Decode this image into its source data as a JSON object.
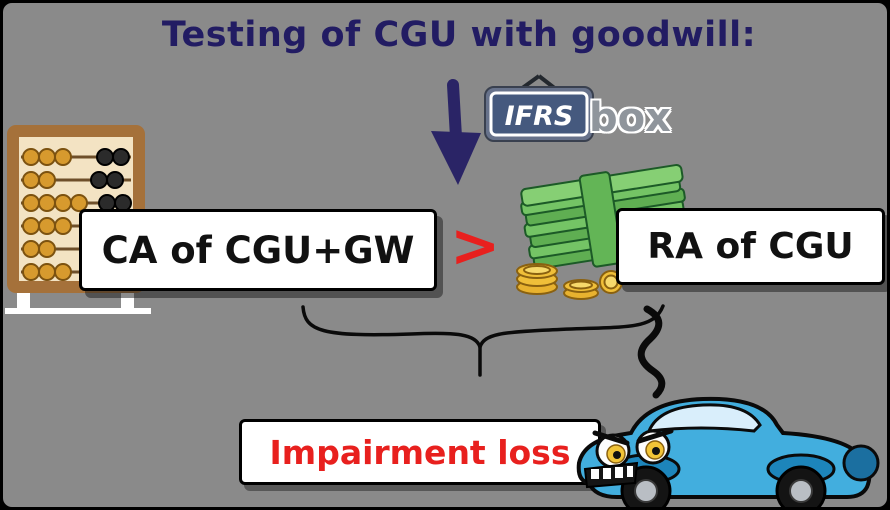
{
  "title": {
    "text": "Testing of CGU with goodwill:"
  },
  "logo": {
    "ifrs": "IFRS",
    "box": "box"
  },
  "flow": {
    "ca_box_label": "CA of CGU+GW",
    "comparator": ">",
    "ra_box_label": "RA of CGU",
    "impairment_label": "Impairment loss"
  },
  "colors": {
    "canvas_background": "#8a8a8a",
    "title_navy": "#221c63",
    "arrow_navy": "#2a2466",
    "accent_red": "#e8201e",
    "box_background": "#ffffff",
    "box_border": "#000000",
    "banknote_green": "#74c465",
    "coin_gold": "#f0bf39",
    "car_blue": "#42aede",
    "abacus_wood": "#a5713a"
  },
  "icons": {
    "down_arrow": "down-arrow-icon",
    "tv_logo": "tv-icon",
    "abacus": "abacus-icon",
    "banknotes": "money-stack-icon",
    "coins": "coins-icon",
    "brace": "curly-brace-icon",
    "smoke": "smoke-squiggle-icon",
    "car": "crashed-car-icon"
  }
}
